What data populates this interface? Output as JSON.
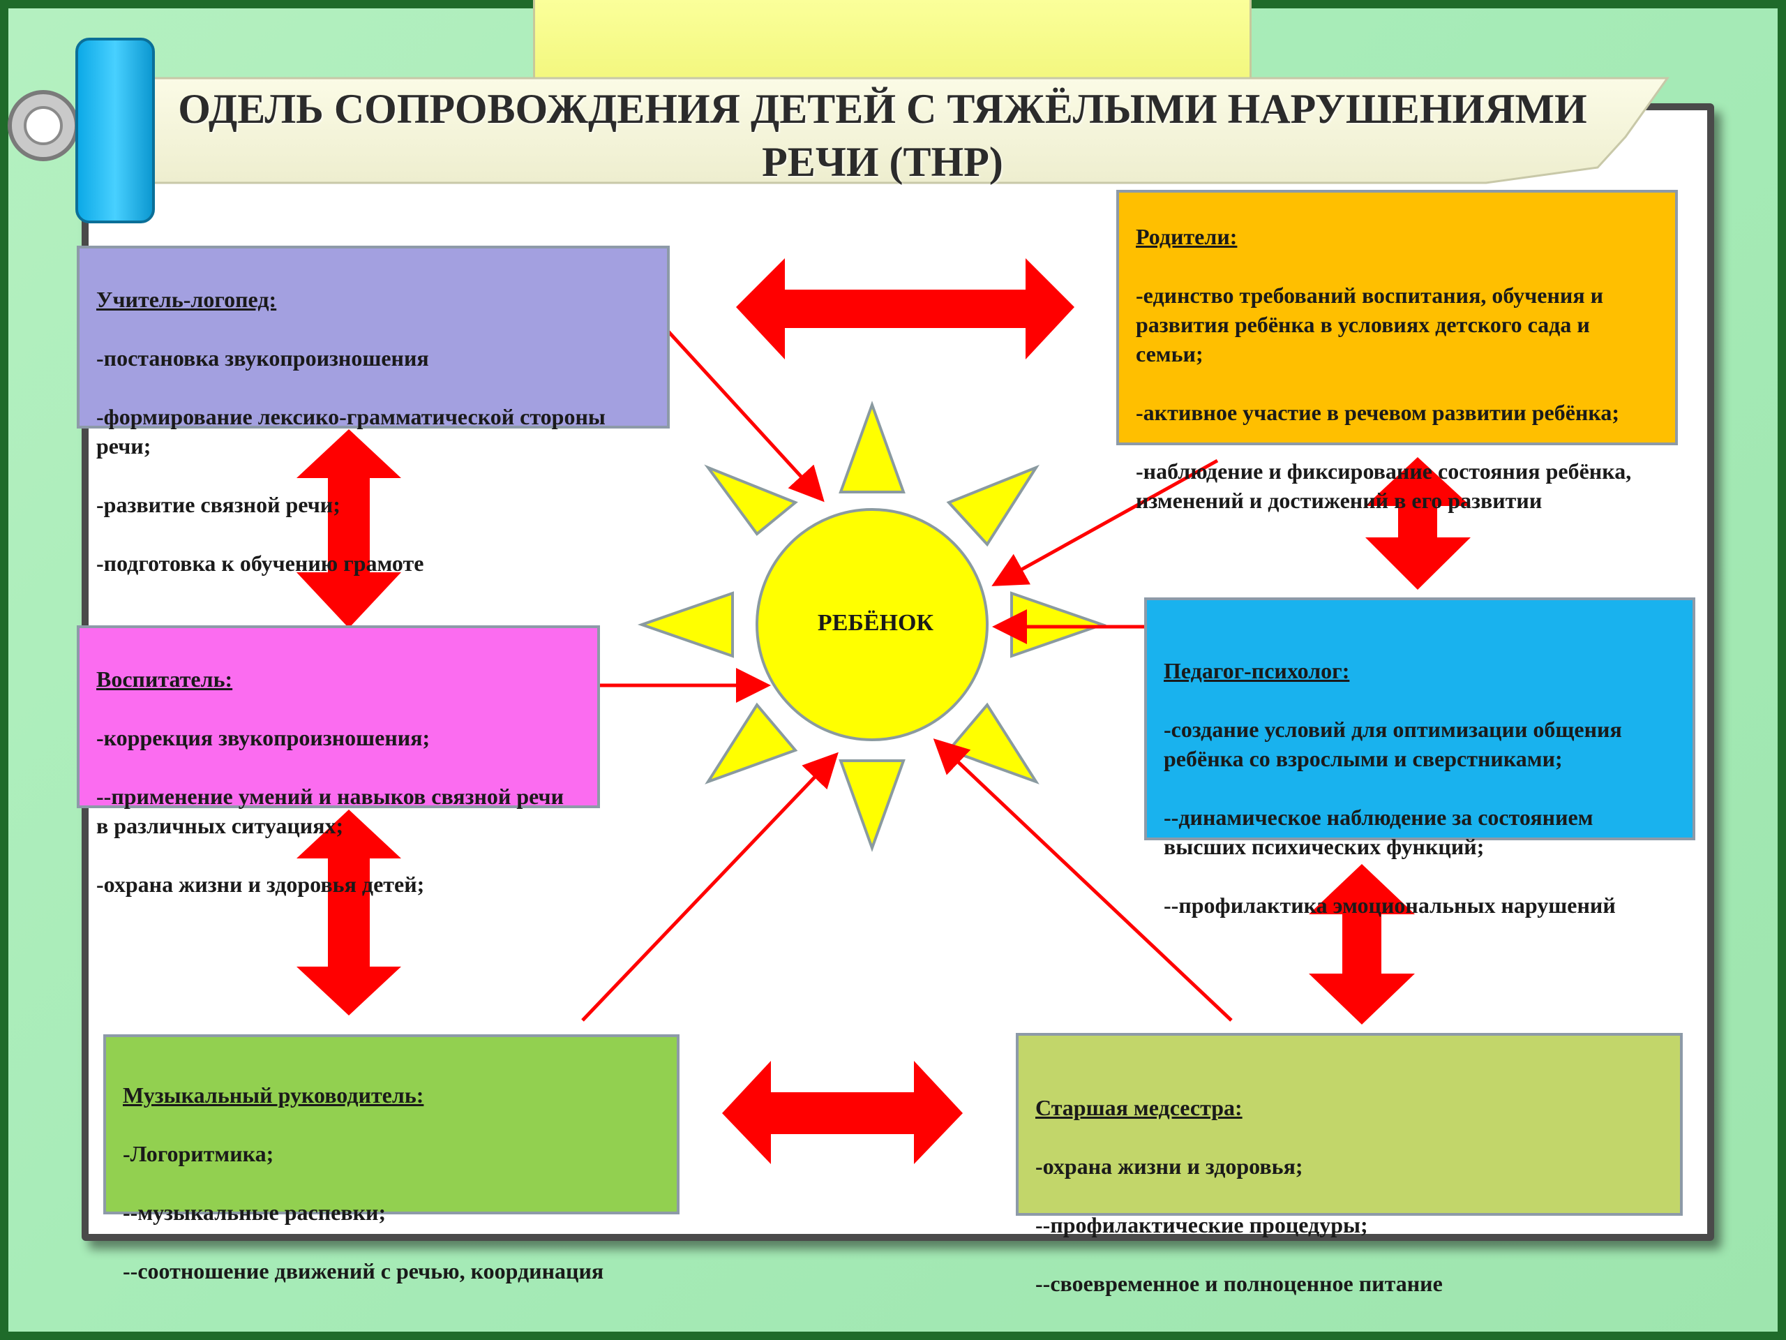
{
  "title": {
    "line1": "ОДЕЛЬ СОПРОВОЖДЕНИЯ ДЕТЕЙ  С ТЯЖЁЛЫМИ НАРУШЕНИЯМИ",
    "line2": "РЕЧИ (ТНР)"
  },
  "center": {
    "label": "РЕБЁНОК"
  },
  "boxes": {
    "logoped": {
      "heading": "Учитель-логопед:",
      "lines": [
        "-постановка звукопроизношения",
        "-формирование лексико-грамматической стороны речи;",
        "-развитие связной речи;",
        "-подготовка к обучению грамоте"
      ]
    },
    "parents": {
      "heading": "Родители:",
      "lines": [
        "-единство требований воспитания, обучения и развития ребёнка в условиях детского сада и семьи;",
        "-активное участие в речевом развитии ребёнка;",
        "-наблюдение и фиксирование состояния ребёнка,  изменений  и достижений в его развитии"
      ]
    },
    "vospit": {
      "heading": "Воспитатель:",
      "lines": [
        "-коррекция звукопроизношения;",
        "--применение умений и навыков  связной речи  в различных ситуациях;",
        "-охрана жизни и здоровья детей;"
      ]
    },
    "psych": {
      "heading": "Педагог-психолог:",
      "lines": [
        "-создание условий для оптимизации общения ребёнка  со взрослыми и сверстниками;",
        "--динамическое наблюдение  за состоянием высших психических функций;",
        "--профилактика эмоциональных нарушений"
      ]
    },
    "music": {
      "heading": "Музыкальный руководитель:",
      "lines": [
        "-Логоритмика;",
        "--музыкальные распевки;",
        "--соотношение движений с речью, координация"
      ]
    },
    "nurse": {
      "heading": "Старшая медсестра:",
      "lines": [
        "-охрана жизни и здоровья;",
        "--профилактические процедуры;",
        "--своевременное и полноценное  питание"
      ]
    }
  },
  "colors": {
    "arrow": "#ff0000",
    "sun": "#ffff00",
    "logoped": "#a3a0e0",
    "parents": "#ffbf00",
    "vospit": "#fb6cf0",
    "psych": "#19b2ee",
    "music": "#92d050",
    "nurse": "#c2d66a"
  }
}
